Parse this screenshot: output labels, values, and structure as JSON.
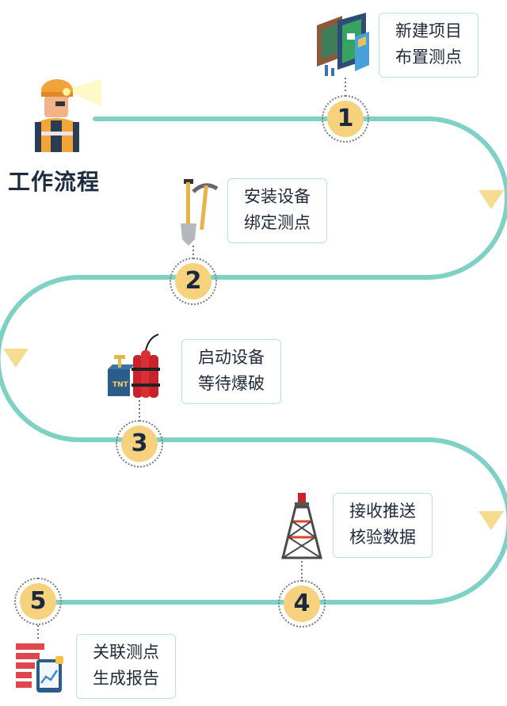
{
  "title": "工作流程",
  "steps": [
    {
      "number": "1",
      "line1": "新建项目",
      "line2": "布置测点",
      "icon": "app-screens-icon"
    },
    {
      "number": "2",
      "line1": "安装设备",
      "line2": "绑定测点",
      "icon": "shovel-pickaxe-icon"
    },
    {
      "number": "3",
      "line1": "启动设备",
      "line2": "等待爆破",
      "icon": "tnt-detonator-icon"
    },
    {
      "number": "4",
      "line1": "接收推送",
      "line2": "核验数据",
      "icon": "signal-tower-icon"
    },
    {
      "number": "5",
      "line1": "关联测点",
      "line2": "生成报告",
      "icon": "report-tablet-icon"
    }
  ],
  "colors": {
    "path": "#7fd0c5",
    "badge": "#f6d27f",
    "arrow": "#f5dc8e",
    "text": "#1f2a3a"
  }
}
